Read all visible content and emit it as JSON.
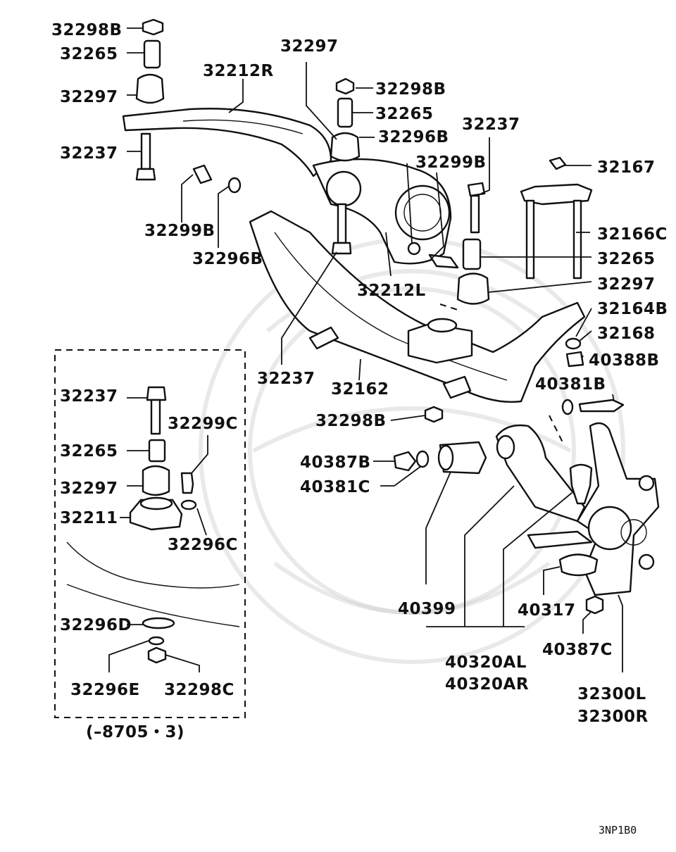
{
  "diagram": {
    "labels": {
      "l_32298b_top": "32298B",
      "l_32265_top": "32265",
      "l_32297_left": "32297",
      "l_32237_left": "32237",
      "l_32212r": "32212R",
      "l_32297_top": "32297",
      "l_32298b_mid": "32298B",
      "l_32265_mid": "32265",
      "l_32296b_mid": "32296B",
      "l_32237_right": "32237",
      "l_32299b_right": "32299B",
      "l_32167": "32167",
      "l_32299b_left": "32299B",
      "l_32296b_left": "32296B",
      "l_32166c": "32166C",
      "l_32265_right": "32265",
      "l_32212l": "32212L",
      "l_32297_right": "32297",
      "l_32164b": "32164B",
      "l_32168": "32168",
      "l_40388b": "40388B",
      "l_32237_bottom": "32237",
      "l_32162": "32162",
      "l_40381b": "40381B",
      "l_32298b_bottom": "32298B",
      "l_40387b": "40387B",
      "l_40381c": "40381C",
      "l_40399": "40399",
      "l_40317": "40317",
      "l_40387c": "40387C",
      "l_40320al": "40320AL",
      "l_40320ar": "40320AR",
      "l_32300l": "32300L",
      "l_32300r": "32300R",
      "i_32237": "32237",
      "i_32299c": "32299C",
      "i_32265": "32265",
      "i_32297": "32297",
      "i_32211": "32211",
      "i_32296c": "32296C",
      "i_32296d": "32296D",
      "i_32296e": "32296E",
      "i_32298c": "32298C"
    },
    "inset_caption": "(–8705・3)",
    "figure_code": "3NP1B0"
  }
}
